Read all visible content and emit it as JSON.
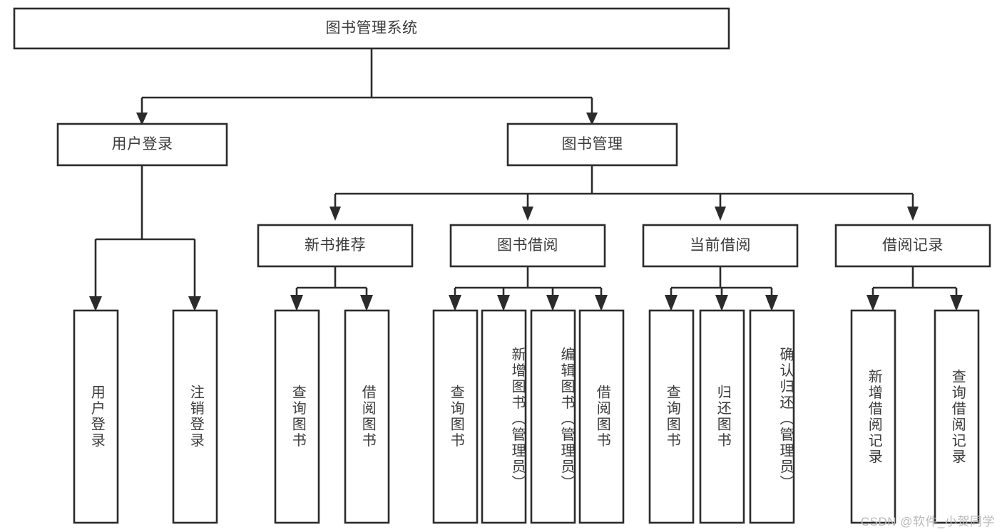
{
  "diagram": {
    "type": "tree-hierarchy-chart",
    "title_node": {
      "id": "root",
      "label": "图书管理系统"
    },
    "level1": [
      {
        "id": "user-login",
        "label": "用户登录"
      },
      {
        "id": "book-manage",
        "label": "图书管理"
      }
    ],
    "level2": [
      {
        "id": "new-book-recommend",
        "label": "新书推荐",
        "parent": "book-manage"
      },
      {
        "id": "book-borrow",
        "label": "图书借阅",
        "parent": "book-manage"
      },
      {
        "id": "current-borrow",
        "label": "当前借阅",
        "parent": "book-manage"
      },
      {
        "id": "borrow-record",
        "label": "借阅记录",
        "parent": "book-manage"
      }
    ],
    "leaves": {
      "user-login": [
        {
          "id": "leaf-user-login",
          "label": "用户登录"
        },
        {
          "id": "leaf-user-logout",
          "label": "注销登录"
        }
      ],
      "new-book-recommend": [
        {
          "id": "leaf-query-book-1",
          "label": "查询图书"
        },
        {
          "id": "leaf-borrow-book-1",
          "label": "借阅图书"
        }
      ],
      "book-borrow": [
        {
          "id": "leaf-query-book-2",
          "label": "查询图书"
        },
        {
          "id": "leaf-add-book",
          "label": "新增图书（管理员）"
        },
        {
          "id": "leaf-edit-book",
          "label": "编辑图书（管理员）"
        },
        {
          "id": "leaf-borrow-book-2",
          "label": "借阅图书"
        }
      ],
      "current-borrow": [
        {
          "id": "leaf-query-book-3",
          "label": "查询图书"
        },
        {
          "id": "leaf-return-book",
          "label": "归还图书"
        },
        {
          "id": "leaf-confirm-return",
          "label": "确认归还（管理员）"
        }
      ],
      "borrow-record": [
        {
          "id": "leaf-add-record",
          "label": "新增借阅记录"
        },
        {
          "id": "leaf-query-record",
          "label": "查询借阅记录"
        }
      ]
    },
    "colors": {
      "stroke": "#2b2b2b",
      "fill": "#ffffff",
      "text": "#3b3b3b",
      "watermark": "#b9b9b9"
    }
  },
  "watermark": {
    "text": "CSDN @软件_小贺同学"
  }
}
